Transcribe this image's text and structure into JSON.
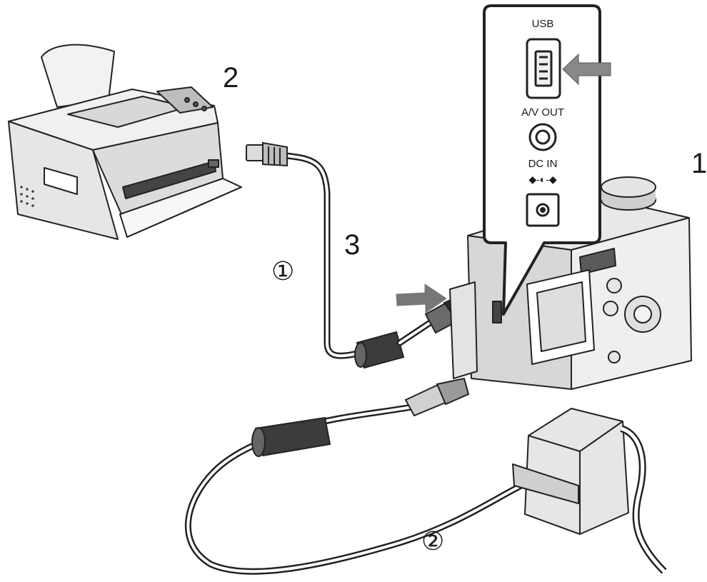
{
  "diagram": {
    "step_labels": {
      "camera": "1",
      "printer": "2",
      "usb_cable": "3"
    },
    "cable_markers": {
      "usb_cable": "①",
      "ac_adapter_cord": "②"
    },
    "port_callout": {
      "usb": "USB",
      "av_out": "A/V OUT",
      "dc_in": "DC IN",
      "polarity": "◆-◐-◆"
    }
  }
}
